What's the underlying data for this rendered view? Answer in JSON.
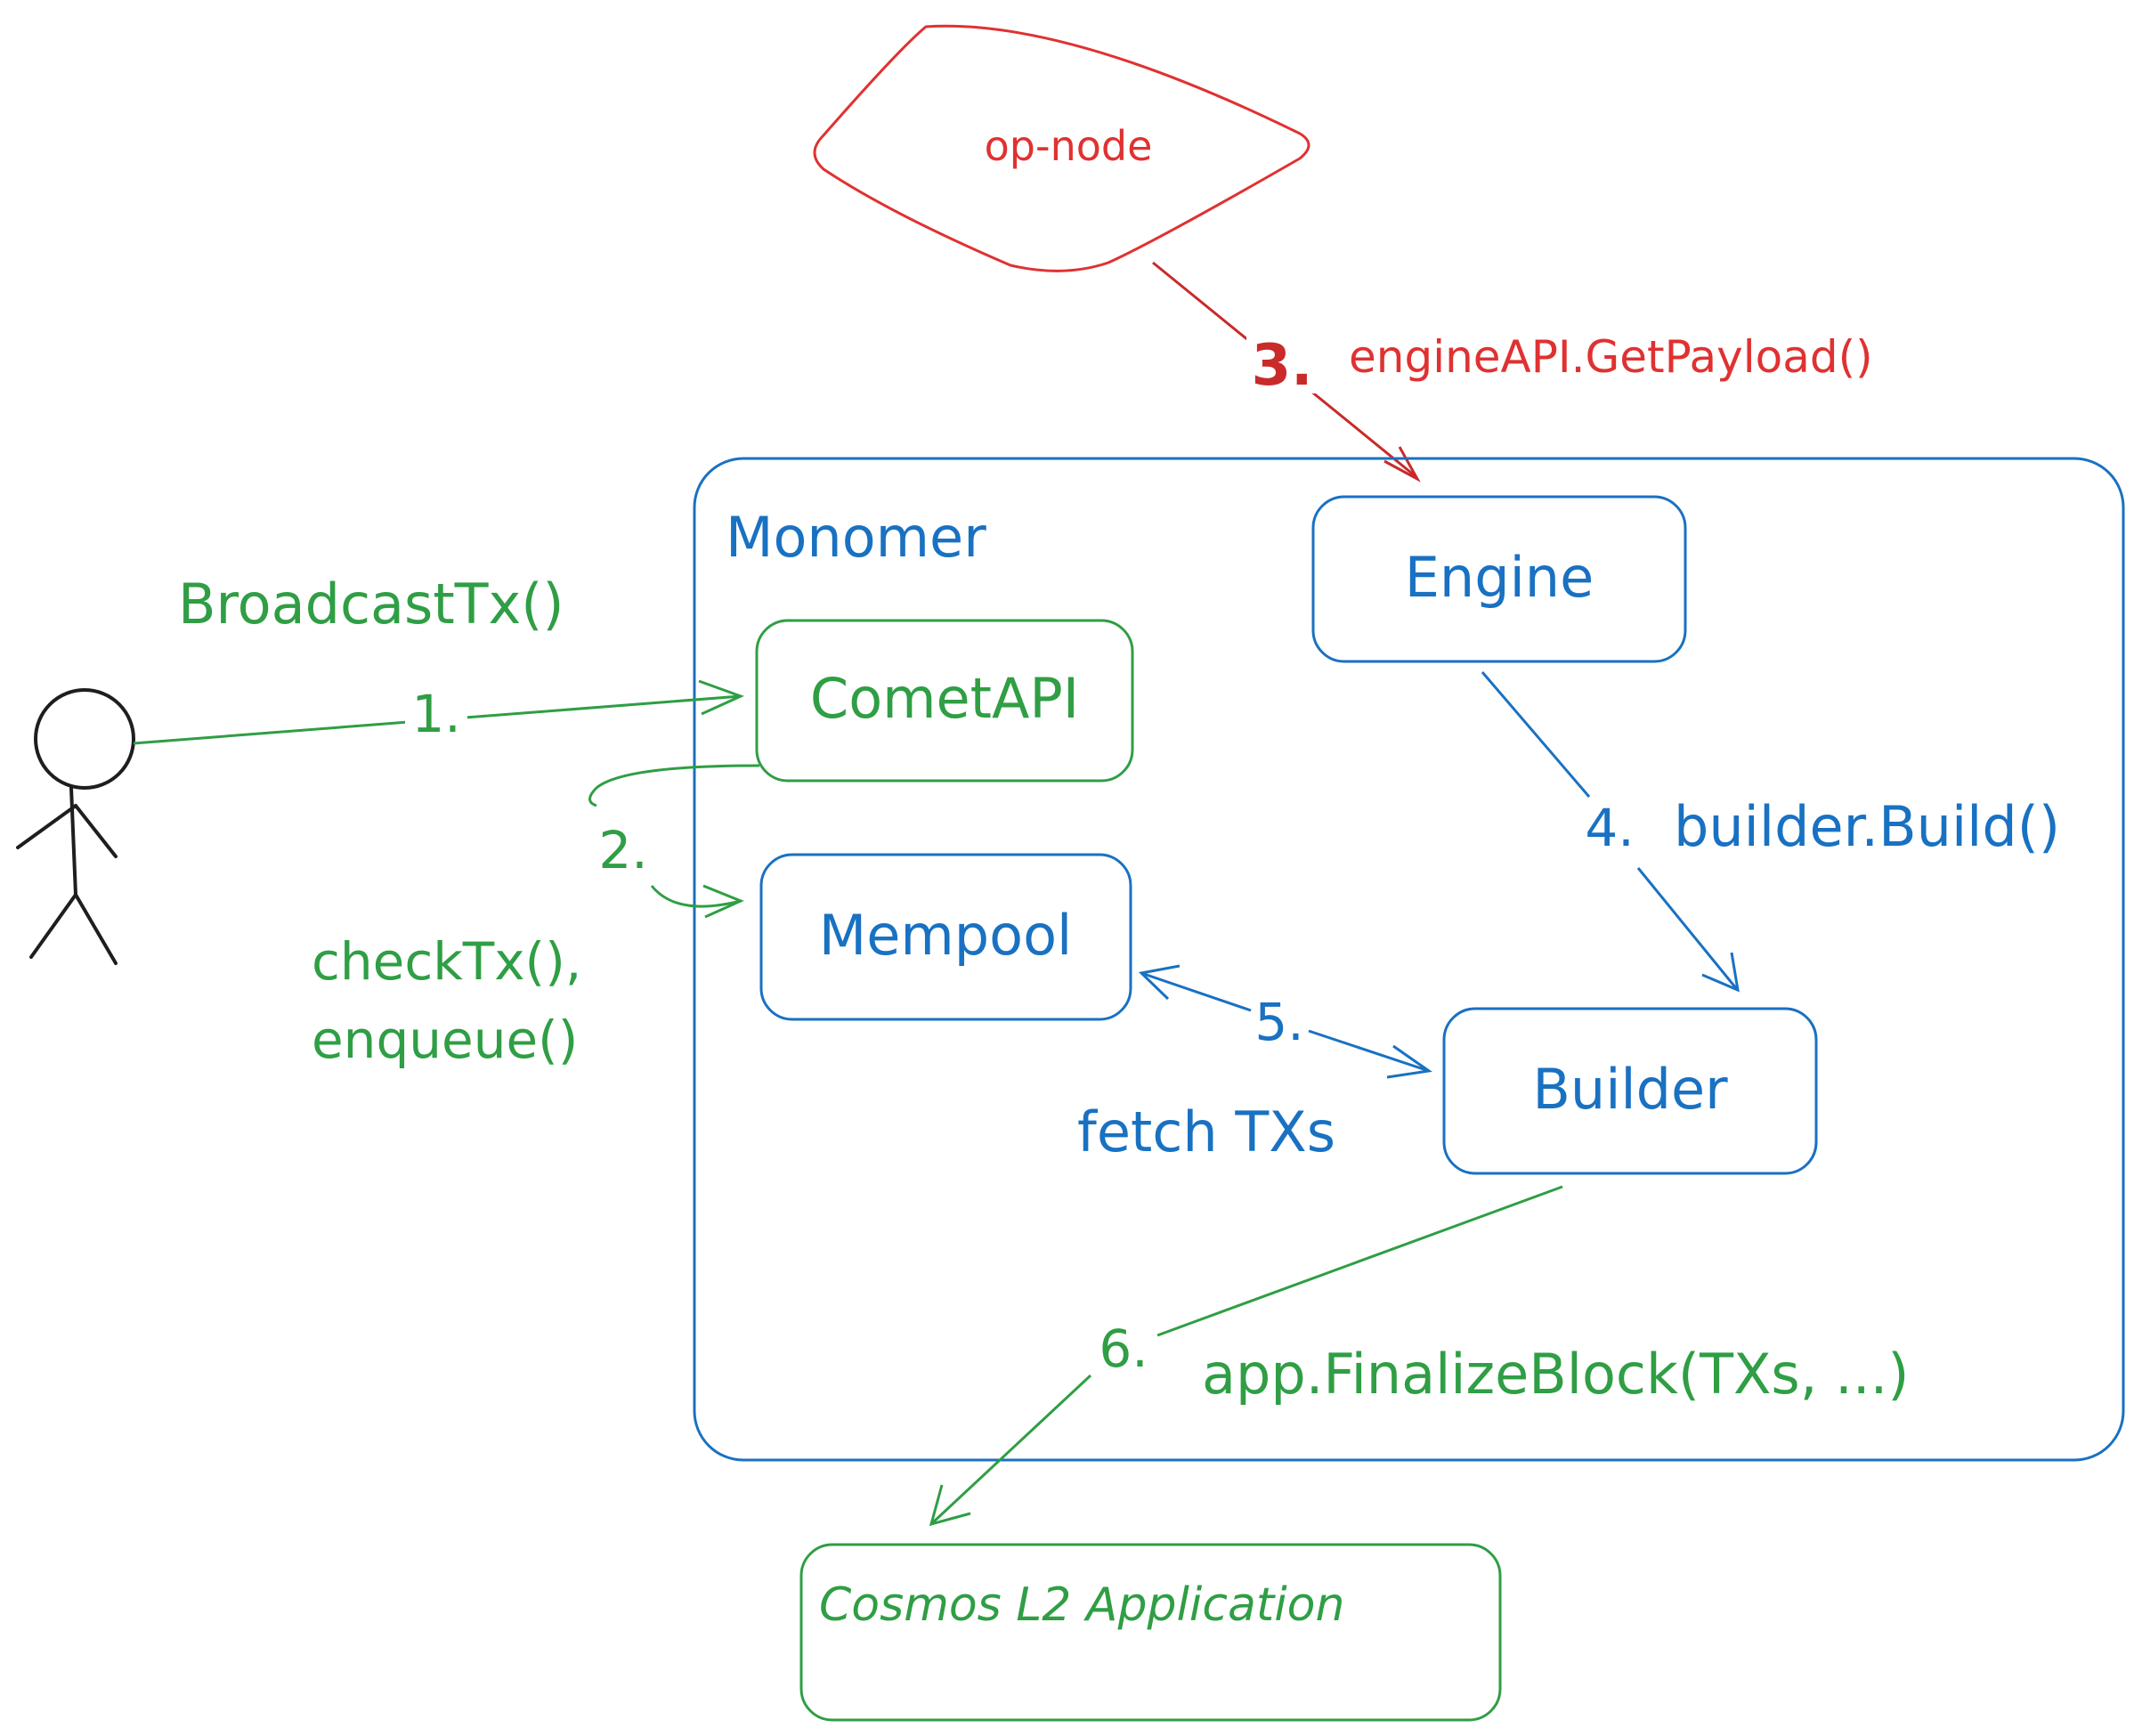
{
  "colors": {
    "green": "#2f9e44",
    "blue": "#1971c2",
    "red": "#e03131",
    "ink": "#1e1e1e"
  },
  "nodes": {
    "op_node": "op-node",
    "monomer": "Monomer",
    "engine": "Engine",
    "comet_api": "CometAPI",
    "mempool": "Mempool",
    "builder": "Builder",
    "cosmos_app": "Cosmos L2 Application"
  },
  "labels": {
    "broadcast": "BroadcastTx()",
    "step1": "1.",
    "step2": "2.",
    "step2_call_a": "checkTx(),",
    "step2_call_b": "enqueue()",
    "step3": "3.",
    "step3_call": "engineAPI.GetPayload()",
    "step4": "4.",
    "step4_call": "builder.Build()",
    "step5": "5.",
    "step5_call": "fetch TXs",
    "step6": "6.",
    "step6_call": "app.FinalizeBlock(TXs, ...)"
  },
  "icons": {
    "user": "stick-figure-icon"
  }
}
